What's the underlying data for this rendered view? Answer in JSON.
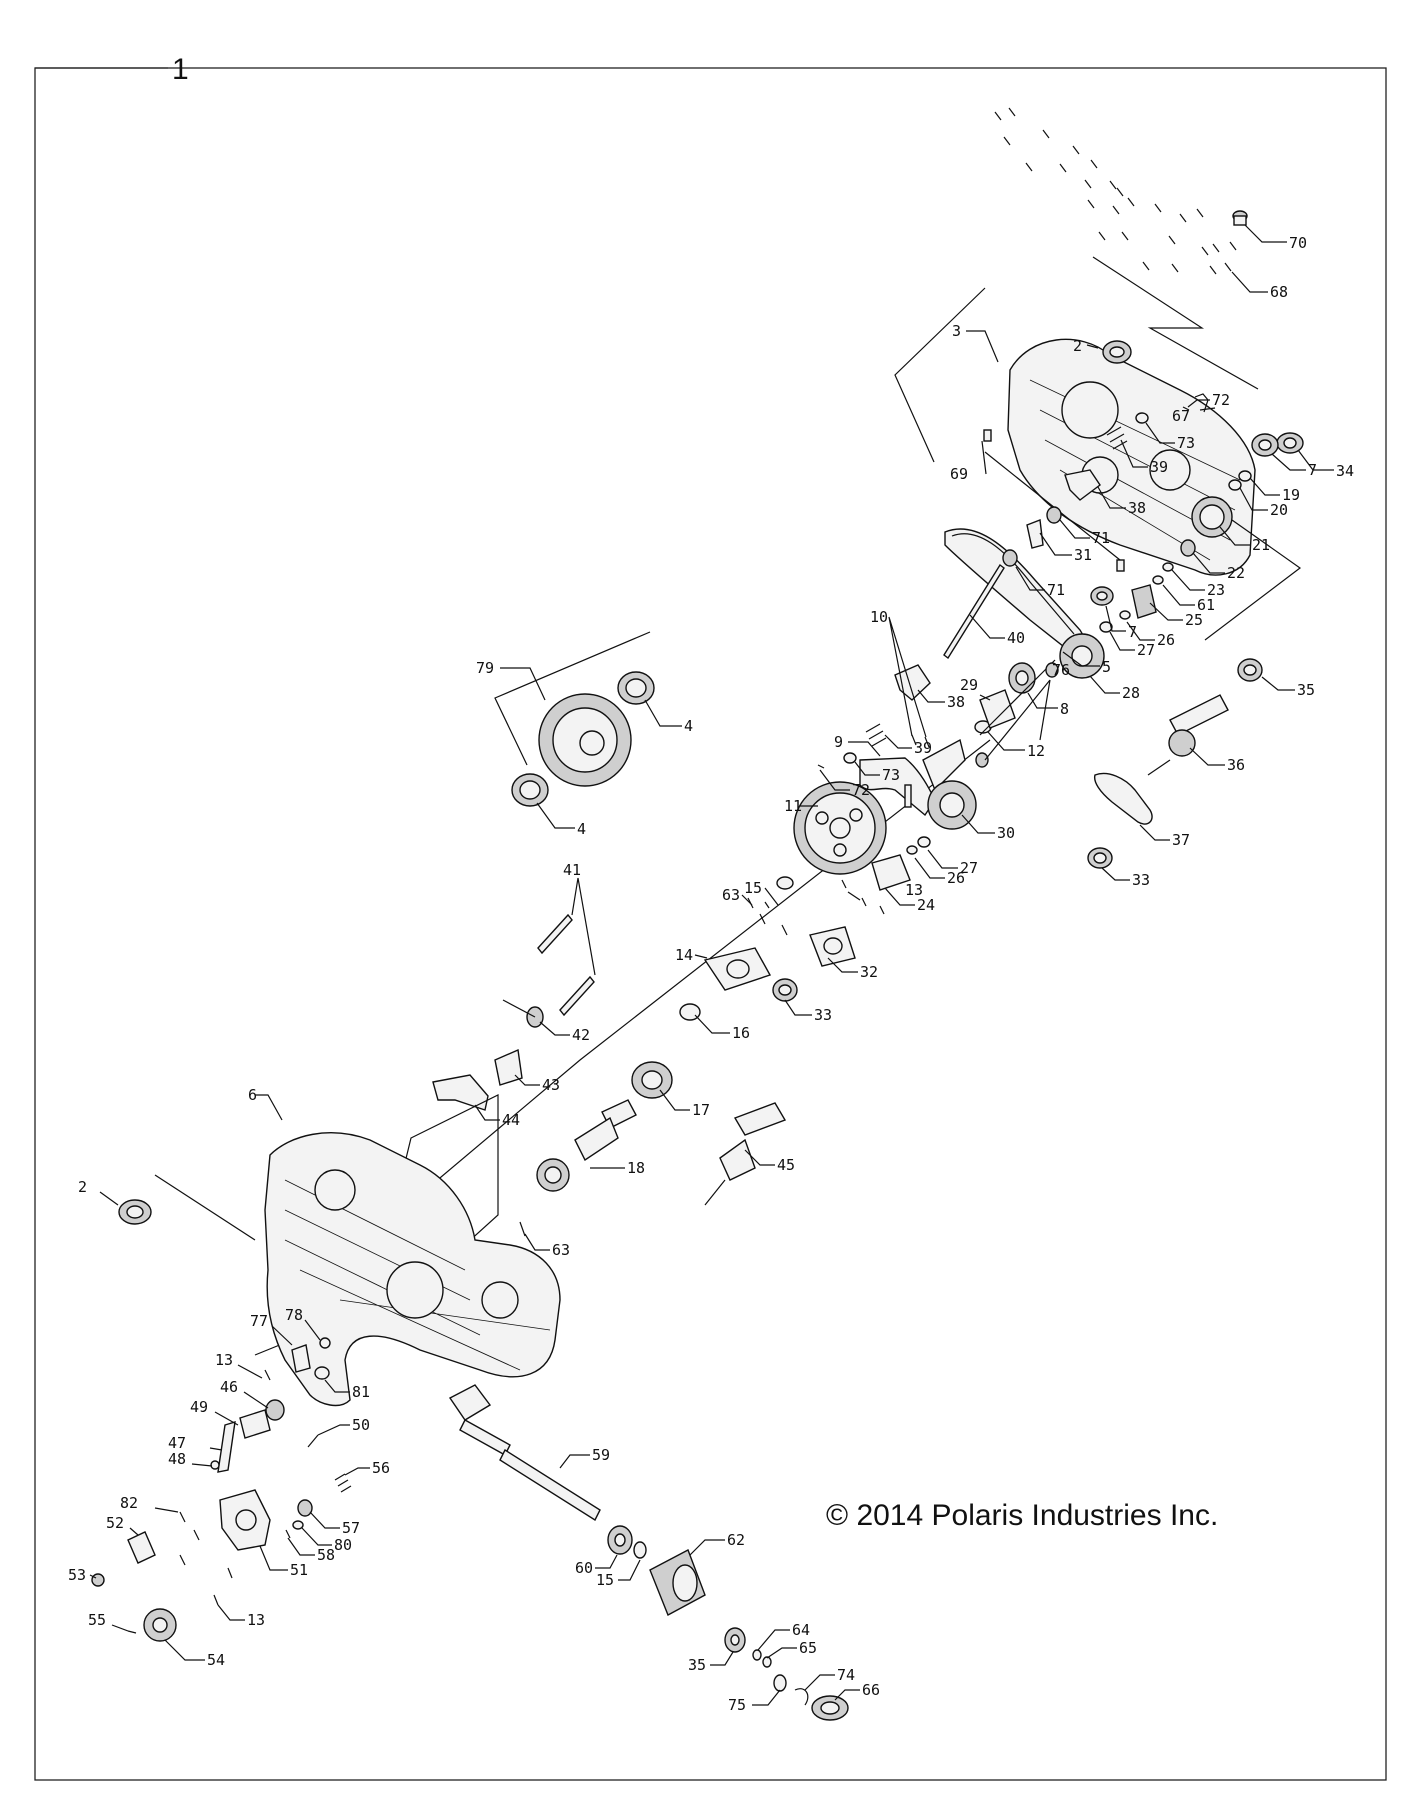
{
  "page_number": "1",
  "copyright": "© 2014 Polaris Industries Inc.",
  "callout_numbers": [
    "70",
    "68",
    "2",
    "3",
    "67",
    "69",
    "34",
    "7",
    "5",
    "10",
    "8",
    "79",
    "4",
    "4",
    "9",
    "12",
    "11",
    "72",
    "73",
    "39",
    "15",
    "63",
    "38",
    "71",
    "7",
    "19",
    "20",
    "41",
    "14",
    "31",
    "71",
    "21",
    "22",
    "23",
    "16",
    "40",
    "42",
    "61",
    "25",
    "17",
    "43",
    "26",
    "44",
    "38",
    "27",
    "6",
    "28",
    "18",
    "29",
    "39",
    "73",
    "72",
    "2",
    "45",
    "76",
    "35",
    "63",
    "30",
    "27",
    "36",
    "78",
    "26",
    "77",
    "81",
    "24",
    "37",
    "13",
    "13",
    "46",
    "33",
    "49",
    "32",
    "50",
    "47",
    "33",
    "59",
    "48",
    "56",
    "82",
    "57",
    "80",
    "62",
    "52",
    "58",
    "51",
    "60",
    "15",
    "53",
    "13",
    "64",
    "55",
    "65",
    "54",
    "35",
    "74",
    "66",
    "75"
  ]
}
